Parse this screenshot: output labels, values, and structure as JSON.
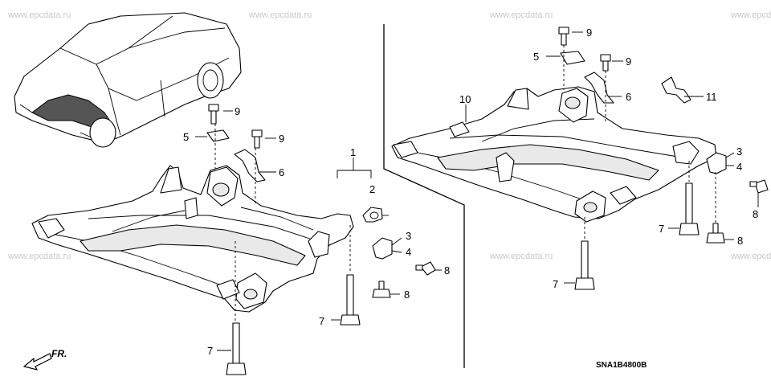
{
  "watermark": "www.epcdata.ru",
  "diagram_code": "SNA1B4800B",
  "front_arrow_label": "FR.",
  "callouts": {
    "c1": "1",
    "c2": "2",
    "c3": "3",
    "c4": "4",
    "c5": "5",
    "c6": "6",
    "c7": "7",
    "c8": "8",
    "c9": "9",
    "c10": "10",
    "c11": "11"
  }
}
